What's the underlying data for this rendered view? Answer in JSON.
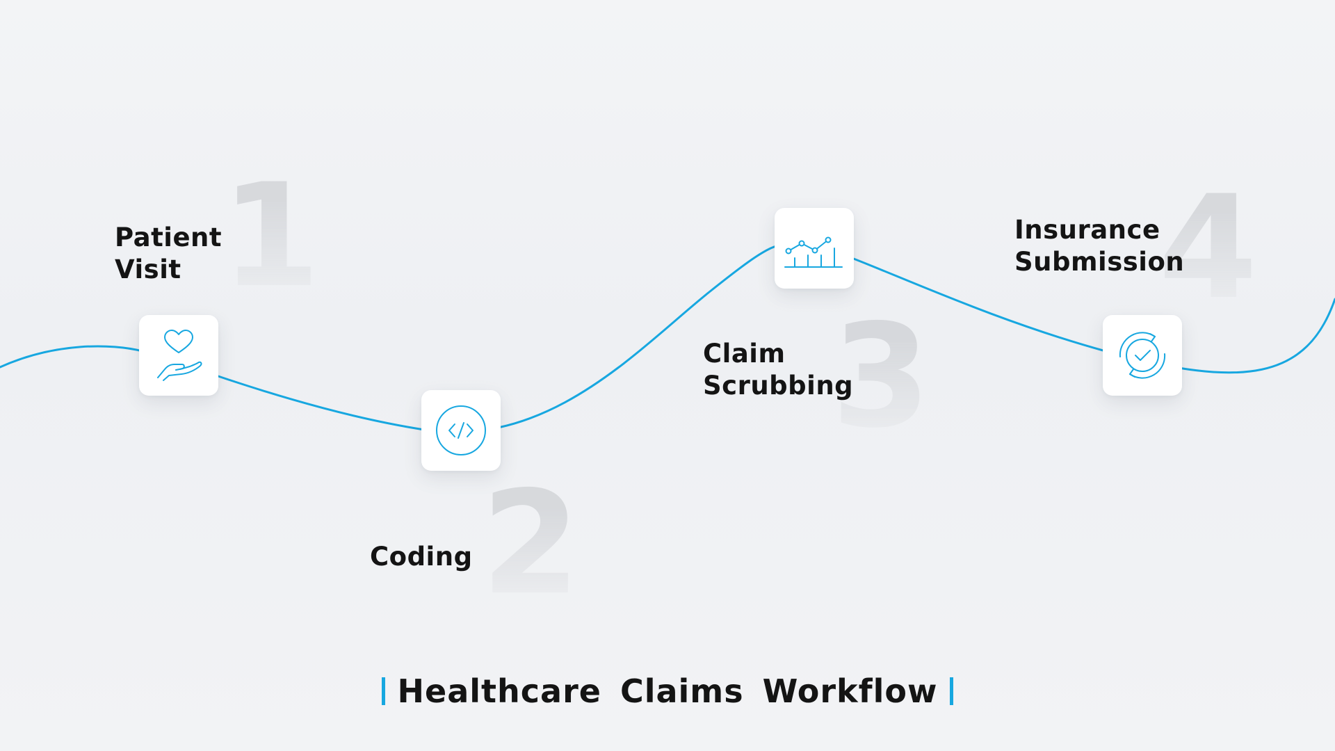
{
  "title": "Healthcare Claims Workflow",
  "accent_color": "#17a7e0",
  "steps": [
    {
      "number": "1",
      "label": "Patient\nVisit",
      "icon": "heart-in-hand-icon"
    },
    {
      "number": "2",
      "label": "Coding",
      "icon": "code-brackets-icon"
    },
    {
      "number": "3",
      "label": "Claim\nScrubbing",
      "icon": "line-chart-icon"
    },
    {
      "number": "4",
      "label": "Insurance\nSubmission",
      "icon": "check-refresh-icon"
    }
  ]
}
